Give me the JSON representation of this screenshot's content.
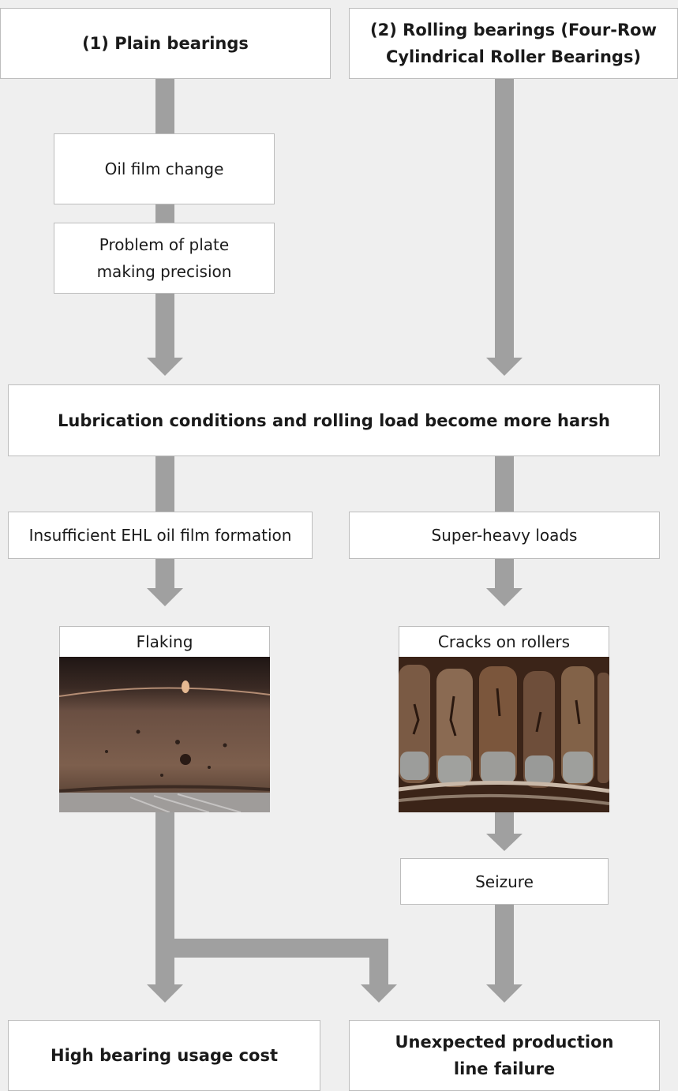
{
  "colors": {
    "background": "#efefef",
    "box": "#ffffff",
    "border": "#bdbdbd",
    "connector": "#a0a0a0",
    "text": "#1a1a1a"
  },
  "nodes": {
    "plain_bearings": "(1) Plain bearings",
    "rolling_bearings": "(2) Rolling bearings (Four-Row\nCylindrical Roller Bearings)",
    "oil_film_change": "Oil film change",
    "plate_precision": "Problem of plate\nmaking precision",
    "lubrication": "Lubrication conditions and rolling load become more harsh",
    "ehl": "Insufficient EHL oil film formation",
    "super_heavy": "Super-heavy loads",
    "flaking": "Flaking",
    "cracks": "Cracks on rollers",
    "seizure": "Seizure",
    "usage_cost": "High bearing usage cost",
    "line_failure": "Unexpected production\nline failure"
  }
}
